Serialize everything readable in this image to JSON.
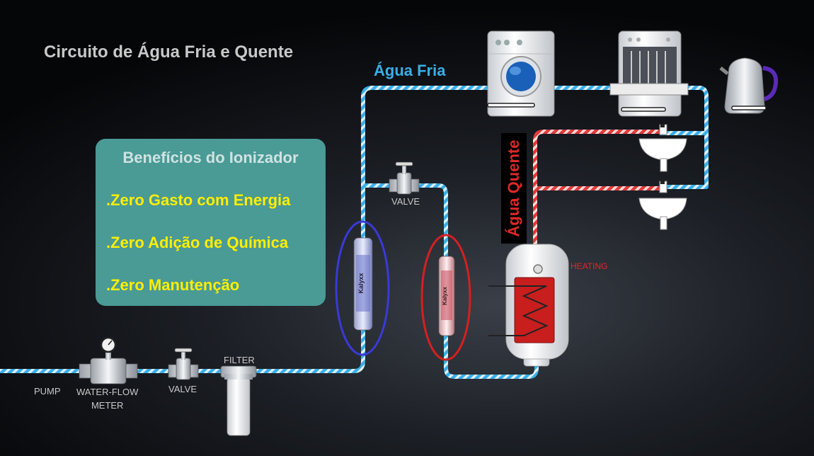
{
  "title": "Circuito de Água Fria e Quente",
  "cold_water_label": "Água Fria",
  "hot_water_label": "Água Quente",
  "benefits": {
    "title": "Benefícios do Ionizador",
    "items": [
      ".Zero Gasto com Energia",
      ".Zero Adição de Química",
      ".Zero Manutenção"
    ]
  },
  "components": {
    "pump": "PUMP",
    "meter_line1": "WATER-FLOW",
    "meter_line2": "METER",
    "valve_main": "VALVE",
    "filter": "FILTER",
    "valve_branch": "VALVE",
    "heating": "HEATING",
    "ionizer_brand": "Kalyxx"
  },
  "colors": {
    "cold_pipe": "#3aaee8",
    "hot_pipe": "#e03a3a",
    "benefit_text": "#ffee00",
    "benefits_box": "#4a9a96",
    "cold_ring": "#3a3ad6",
    "hot_ring": "#d42020"
  },
  "icons": [
    "washing-machine-icon",
    "dishwasher-icon",
    "kettle-icon",
    "sink-icon",
    "water-heater-icon",
    "valve-icon",
    "flow-meter-icon",
    "filter-icon",
    "ionizer-icon"
  ]
}
